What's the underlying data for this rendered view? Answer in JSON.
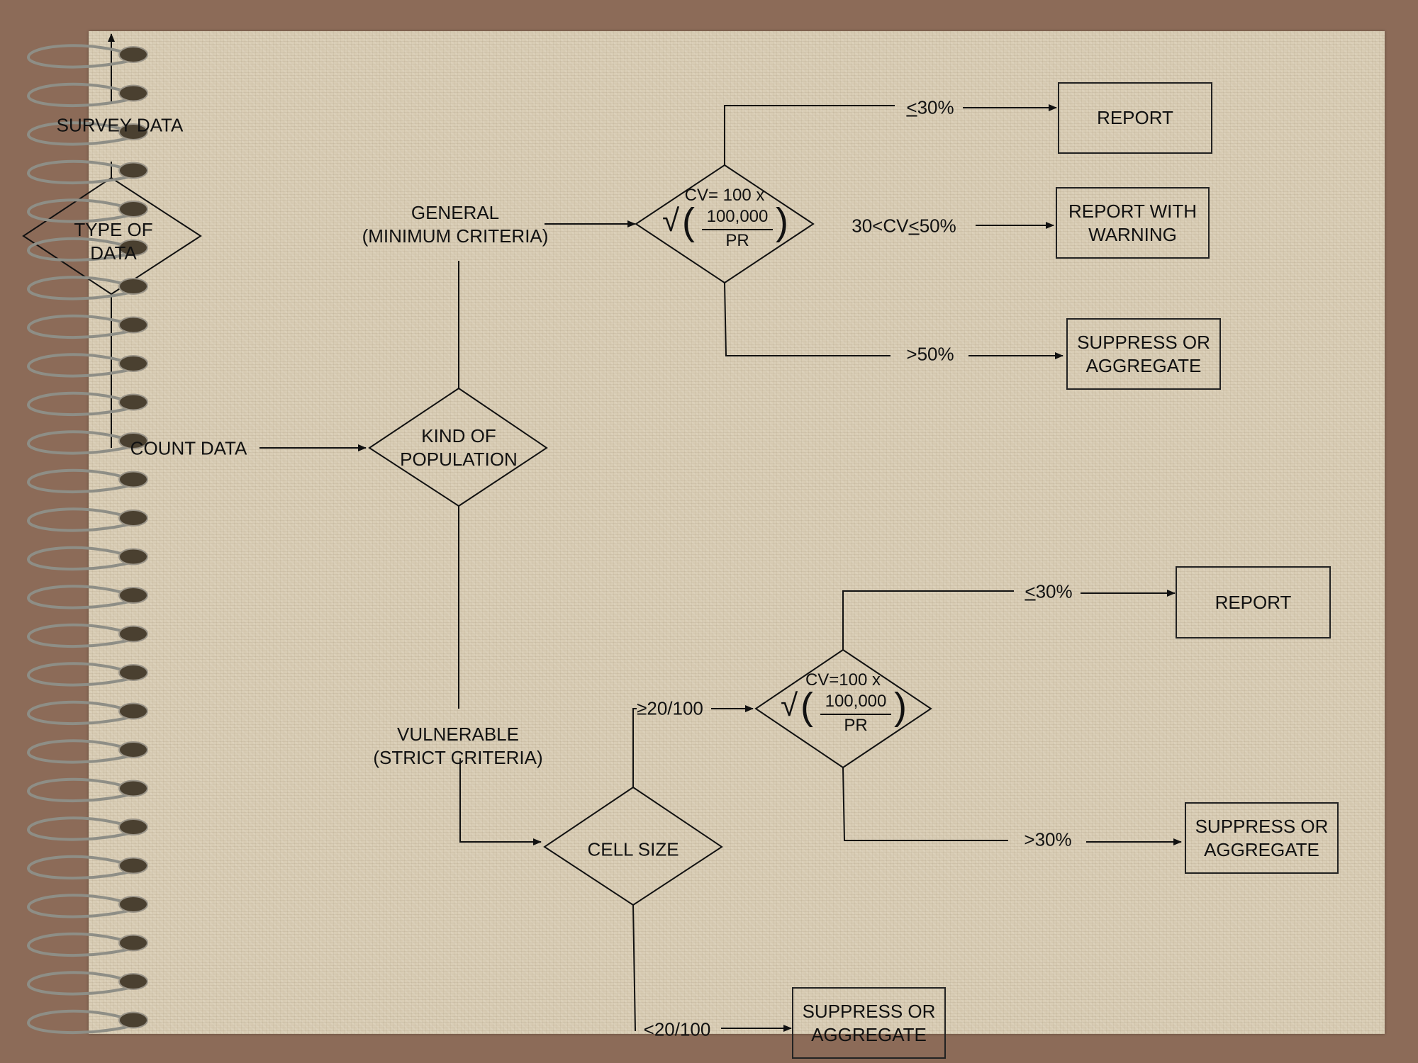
{
  "colors": {
    "background": "#8c6b58",
    "paper": "#d9cdb5",
    "line": "#111111"
  },
  "nodes": {
    "survey_data": "SURVEY DATA",
    "type_of_data": [
      "TYPE OF",
      "DATA"
    ],
    "count_data": "COUNT DATA",
    "kind_of_population": [
      "KIND OF",
      "POPULATION"
    ],
    "general": [
      "GENERAL",
      "(MINIMUM CRITERIA)"
    ],
    "vulnerable": [
      "VULNERABLE",
      "(STRICT CRITERIA)"
    ],
    "cell_size": "CELL SIZE",
    "cv_general": {
      "head": "CV= 100 x",
      "radical": "√",
      "numerator": "100,000",
      "denominator": "PR"
    },
    "cv_vulnerable": {
      "head": "CV=100 x",
      "radical": "√",
      "numerator": "100,000",
      "denominator": "PR"
    }
  },
  "edges": {
    "general_le30_sym": "<",
    "general_le30_val": "30%",
    "general_mid_a": "30<CV",
    "general_mid_sym": "<",
    "general_mid_b": "50%",
    "general_gt50": ">50%",
    "cell_ge20": "≥20/100",
    "cell_lt20": "<20/100",
    "vuln_le30_sym": "<",
    "vuln_le30_val": "30%",
    "vuln_gt30": ">30%"
  },
  "outcomes": {
    "report_general": "REPORT",
    "report_warning": [
      "REPORT WITH",
      "WARNING"
    ],
    "suppress_general": [
      "SUPPRESS OR",
      "AGGREGATE"
    ],
    "report_vulnerable": "REPORT",
    "suppress_vulnerable": [
      "SUPPRESS OR",
      "AGGREGATE"
    ],
    "suppress_cell": [
      "SUPPRESS OR",
      "AGGREGATE"
    ]
  }
}
